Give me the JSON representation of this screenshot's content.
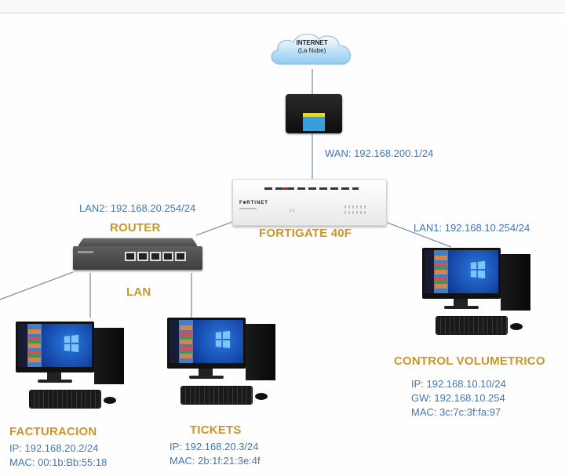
{
  "diagram": {
    "internet": {
      "title": "INTERNET",
      "subtitle": "(La Nube)"
    },
    "modem": {
      "label": ""
    },
    "wan_label": "WAN: 192.168.200.1/24",
    "firewall": {
      "name": "FORTIGATE 40F",
      "brand": "F■RTINET",
      "front_text": "F1"
    },
    "lan2_label": "LAN2: 192.168.20.254/24",
    "lan1_label": "LAN1: 192.168.10.254/24",
    "router": {
      "name": "ROUTER",
      "segment_label": "LAN"
    },
    "hosts": [
      {
        "name": "FACTURACION",
        "ip": "IP: 192.168.20.2/24",
        "mac": "MAC: 00:1b:Bb:55:18"
      },
      {
        "name": "TICKETS",
        "ip": "IP: 192.168.20.3/24",
        "mac": "MAC: 2b:1f:21:3e:4f"
      },
      {
        "name": "CONTROL VOLUMETRICO",
        "ip": "IP: 192.168.10.10/24",
        "gw": "GW: 192.168.10.254",
        "mac": "MAC: 3c:7c:3f:fa:97"
      }
    ],
    "colors": {
      "label_blue": "#3f77b5",
      "title_gold": "#c8962c",
      "link": "#7e94ad"
    }
  }
}
